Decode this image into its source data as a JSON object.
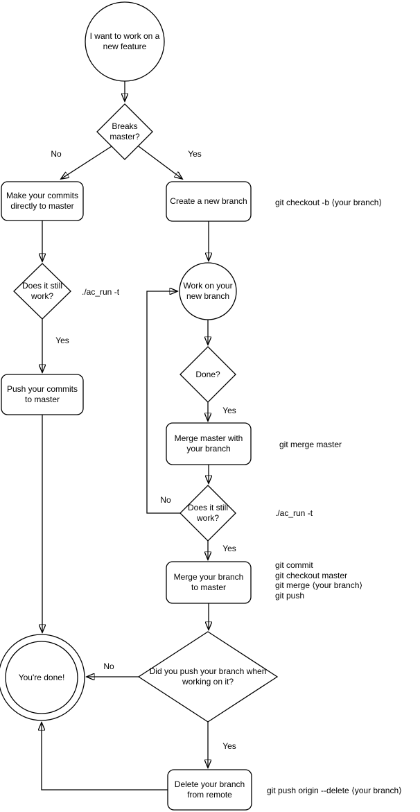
{
  "nodes": {
    "start": "I want to work on a new feature",
    "breaks_master": "Breaks master?",
    "make_commits": "Make your commits directly to master",
    "create_branch": "Create a new branch",
    "does_it_work_1": "Does it still work?",
    "push_commits": "Push your commits to master",
    "work_branch": "Work on your new branch",
    "done": "Done?",
    "merge_master": "Merge master with your branch",
    "does_it_work_2": "Does it still work?",
    "merge_branch": "Merge your branch to master",
    "did_push": "Did you push your branch when working on it?",
    "youre_done": "You're done!",
    "delete_branch": "Delete your branch from remote"
  },
  "edge_labels": {
    "no_breaks": "No",
    "yes_breaks": "Yes",
    "yes_work_1": "Yes",
    "yes_done": "Yes",
    "no_work_2": "No",
    "yes_work_2": "Yes",
    "no_did_push": "No",
    "yes_did_push": "Yes"
  },
  "annotations": {
    "checkout_cmd": "git checkout -b ⟨your branch⟩",
    "ac_run_1": "./ac_run -t",
    "merge_master_cmd": "git merge master",
    "ac_run_2": "./ac_run -t",
    "merge_branch_cmds": [
      "git commit",
      "git checkout master",
      "git merge ⟨your branch⟩",
      "git push"
    ],
    "delete_cmd": "git push origin --delete ⟨your branch⟩"
  },
  "colors": {
    "stroke": "#000000",
    "background": "#ffffff",
    "text": "#000000"
  }
}
